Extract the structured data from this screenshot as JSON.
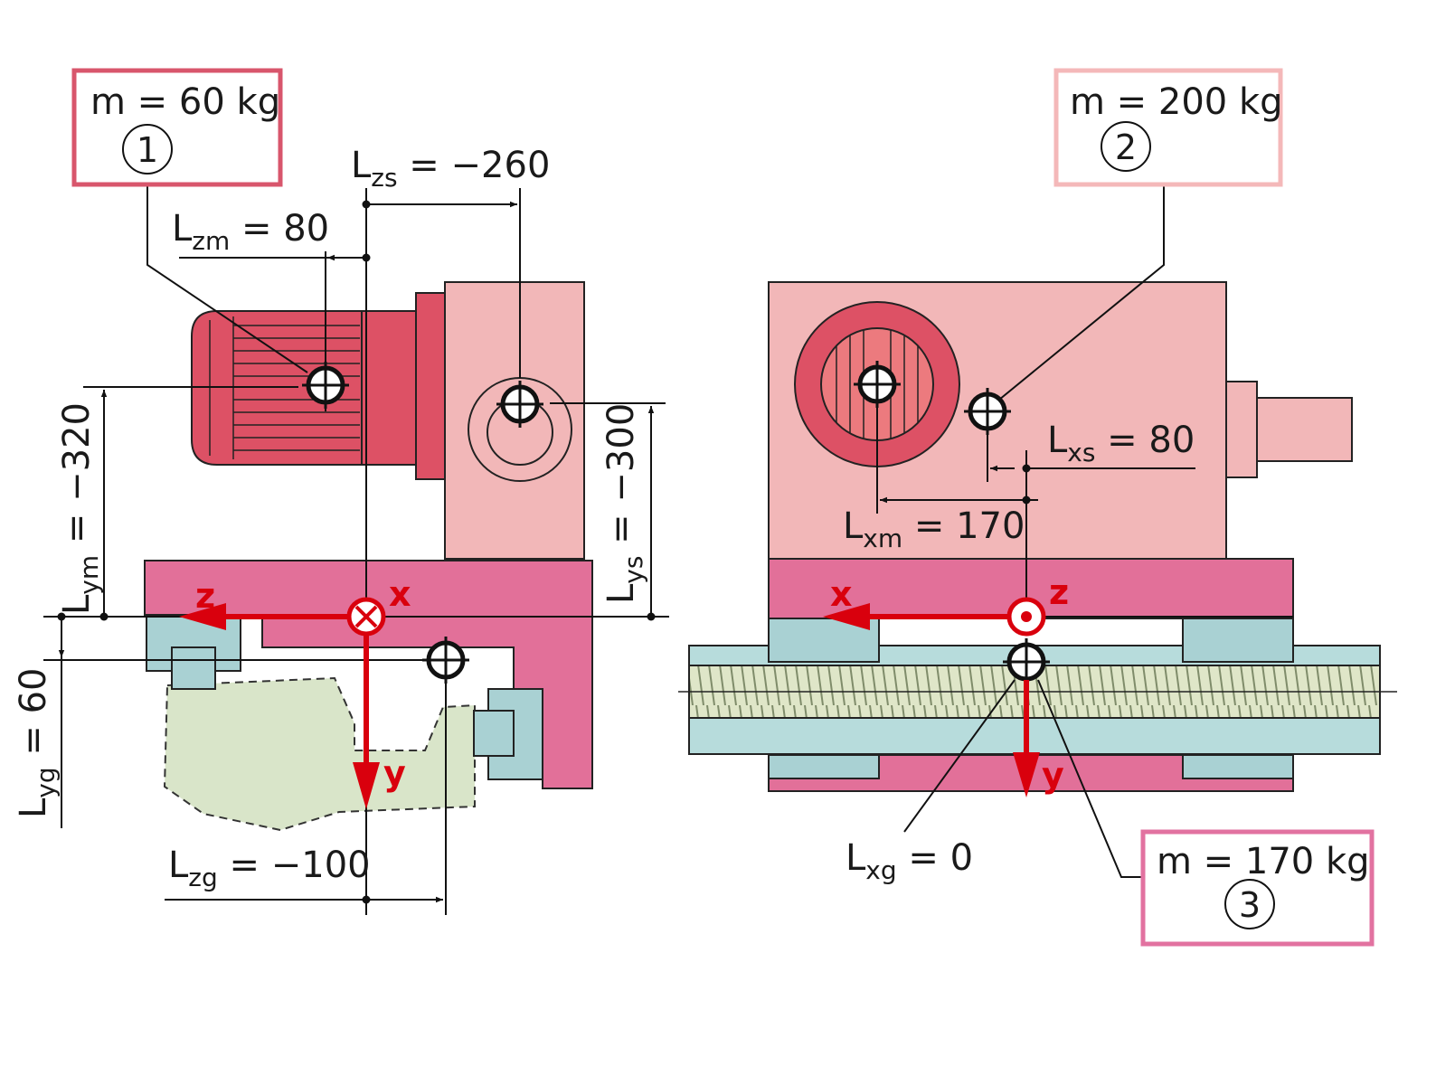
{
  "colors": {
    "motor": "#dd5165",
    "housing": "#f2b7b8",
    "base": "#e27099",
    "guide": "#a9d1d3",
    "rail": "#b7dcdc",
    "load": "#d9e5c9",
    "axis": "#d9000d",
    "box1_border": "#d8566c",
    "box2_border": "#f4b8b9",
    "box3_border": "#e272a0"
  },
  "boxes": [
    {
      "mass": "m = 60 kg",
      "number": "1"
    },
    {
      "mass": "m = 200 kg",
      "number": "2"
    },
    {
      "mass": "m = 170 kg",
      "number": "3"
    }
  ],
  "dims": {
    "zs": {
      "base": "L",
      "sub": "zs",
      "value": " = −260"
    },
    "zm": {
      "base": "L",
      "sub": "zm",
      "value": " = 80"
    },
    "ym": {
      "base": "L",
      "sub": "ym",
      "value": " = −320"
    },
    "ys": {
      "base": "L",
      "sub": "ys",
      "value": " = −300"
    },
    "yg": {
      "base": "L",
      "sub": "yg",
      "value": " = 60"
    },
    "zg": {
      "base": "L",
      "sub": "zg",
      "value": " = −100"
    },
    "xs": {
      "base": "L",
      "sub": "xs",
      "value": " = 80"
    },
    "xm": {
      "base": "L",
      "sub": "xm",
      "value": " = 170"
    },
    "xg": {
      "base": "L",
      "sub": "xg",
      "value": " = 0"
    }
  },
  "axes_left": {
    "z": "z",
    "x": "x",
    "y": "y"
  },
  "axes_right": {
    "x": "x",
    "z": "z",
    "y": "y"
  }
}
